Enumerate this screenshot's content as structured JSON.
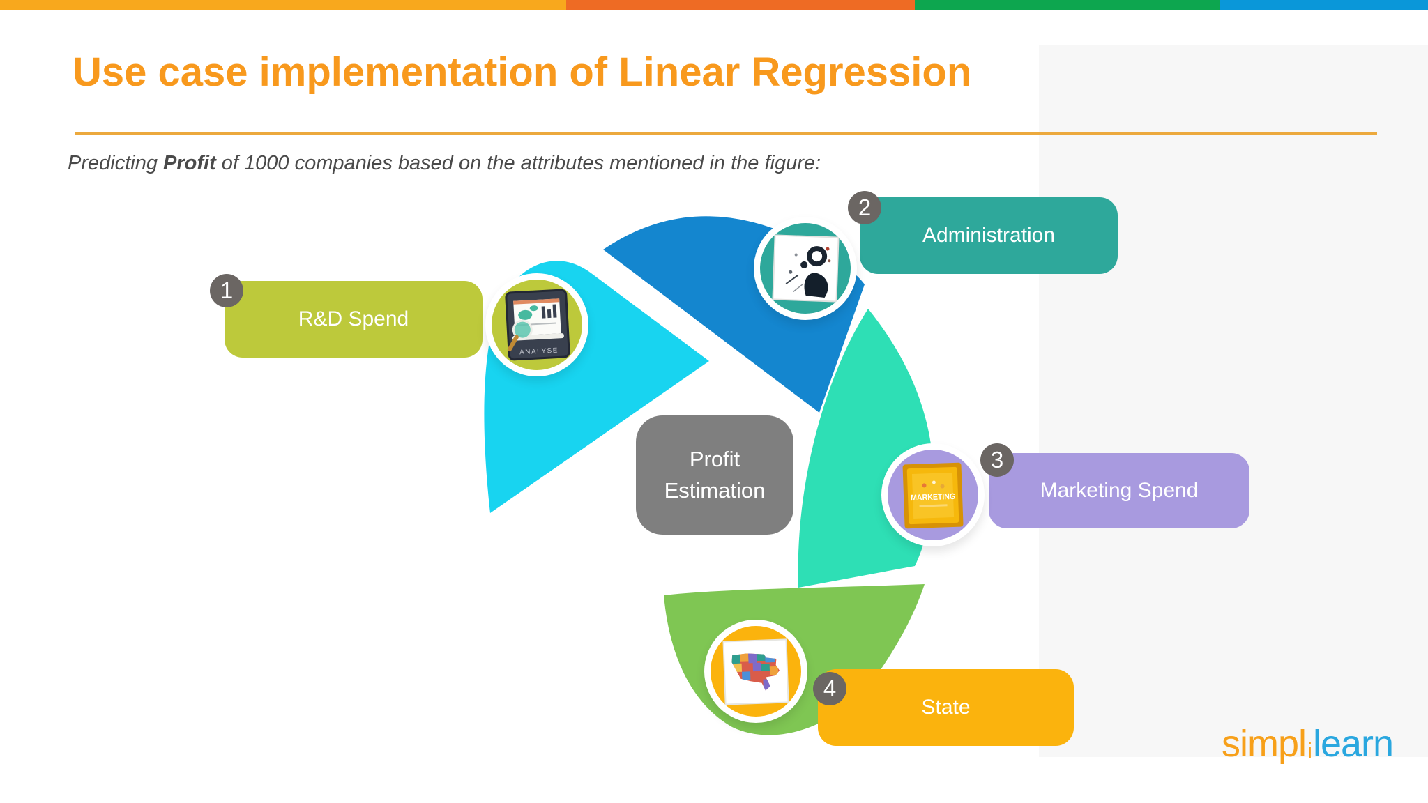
{
  "top_bar": {
    "segments": [
      {
        "name": "amber",
        "color": "#F8A81D"
      },
      {
        "name": "orange",
        "color": "#EE6B24"
      },
      {
        "name": "green",
        "color": "#0DA64F"
      },
      {
        "name": "blue",
        "color": "#0A97D9"
      }
    ]
  },
  "header": {
    "title": "Use case implementation of Linear Regression",
    "title_color": "#F8991D",
    "underline_color": "#ECA93D",
    "subtitle": {
      "prefix": "Predicting ",
      "bold": "Profit",
      "suffix": " of 1000 companies based on the attributes mentioned in the figure:"
    }
  },
  "diagram": {
    "center": {
      "line1": "Profit",
      "line2": "Estimation",
      "color": "#7F7F7F"
    },
    "petals": {
      "cyan": "#18D4F0",
      "blue": "#1486CF",
      "teal": "#2EDFB5",
      "green": "#7FC653"
    },
    "badge_color": "#6B6663",
    "attributes": [
      {
        "number": "1",
        "label": "R&D Spend",
        "box_color": "#BDC93B",
        "icon": "analysis-monitor-icon",
        "icon_text": "ANALYSE"
      },
      {
        "number": "2",
        "label": "Administration",
        "box_color": "#2EA89B",
        "icon": "administration-art-icon",
        "icon_text": ""
      },
      {
        "number": "3",
        "label": "Marketing Spend",
        "box_color": "#A89ADF",
        "icon": "marketing-cube-icon",
        "icon_text": "MARKETING"
      },
      {
        "number": "4",
        "label": "State",
        "box_color": "#FBB30D",
        "icon": "usa-map-icon",
        "icon_text": ""
      }
    ]
  },
  "logo": {
    "part1": "simpl",
    "separator": "i",
    "part2": "learn",
    "part1_color": "#F7A01A",
    "part2_color": "#2AA7DF"
  }
}
